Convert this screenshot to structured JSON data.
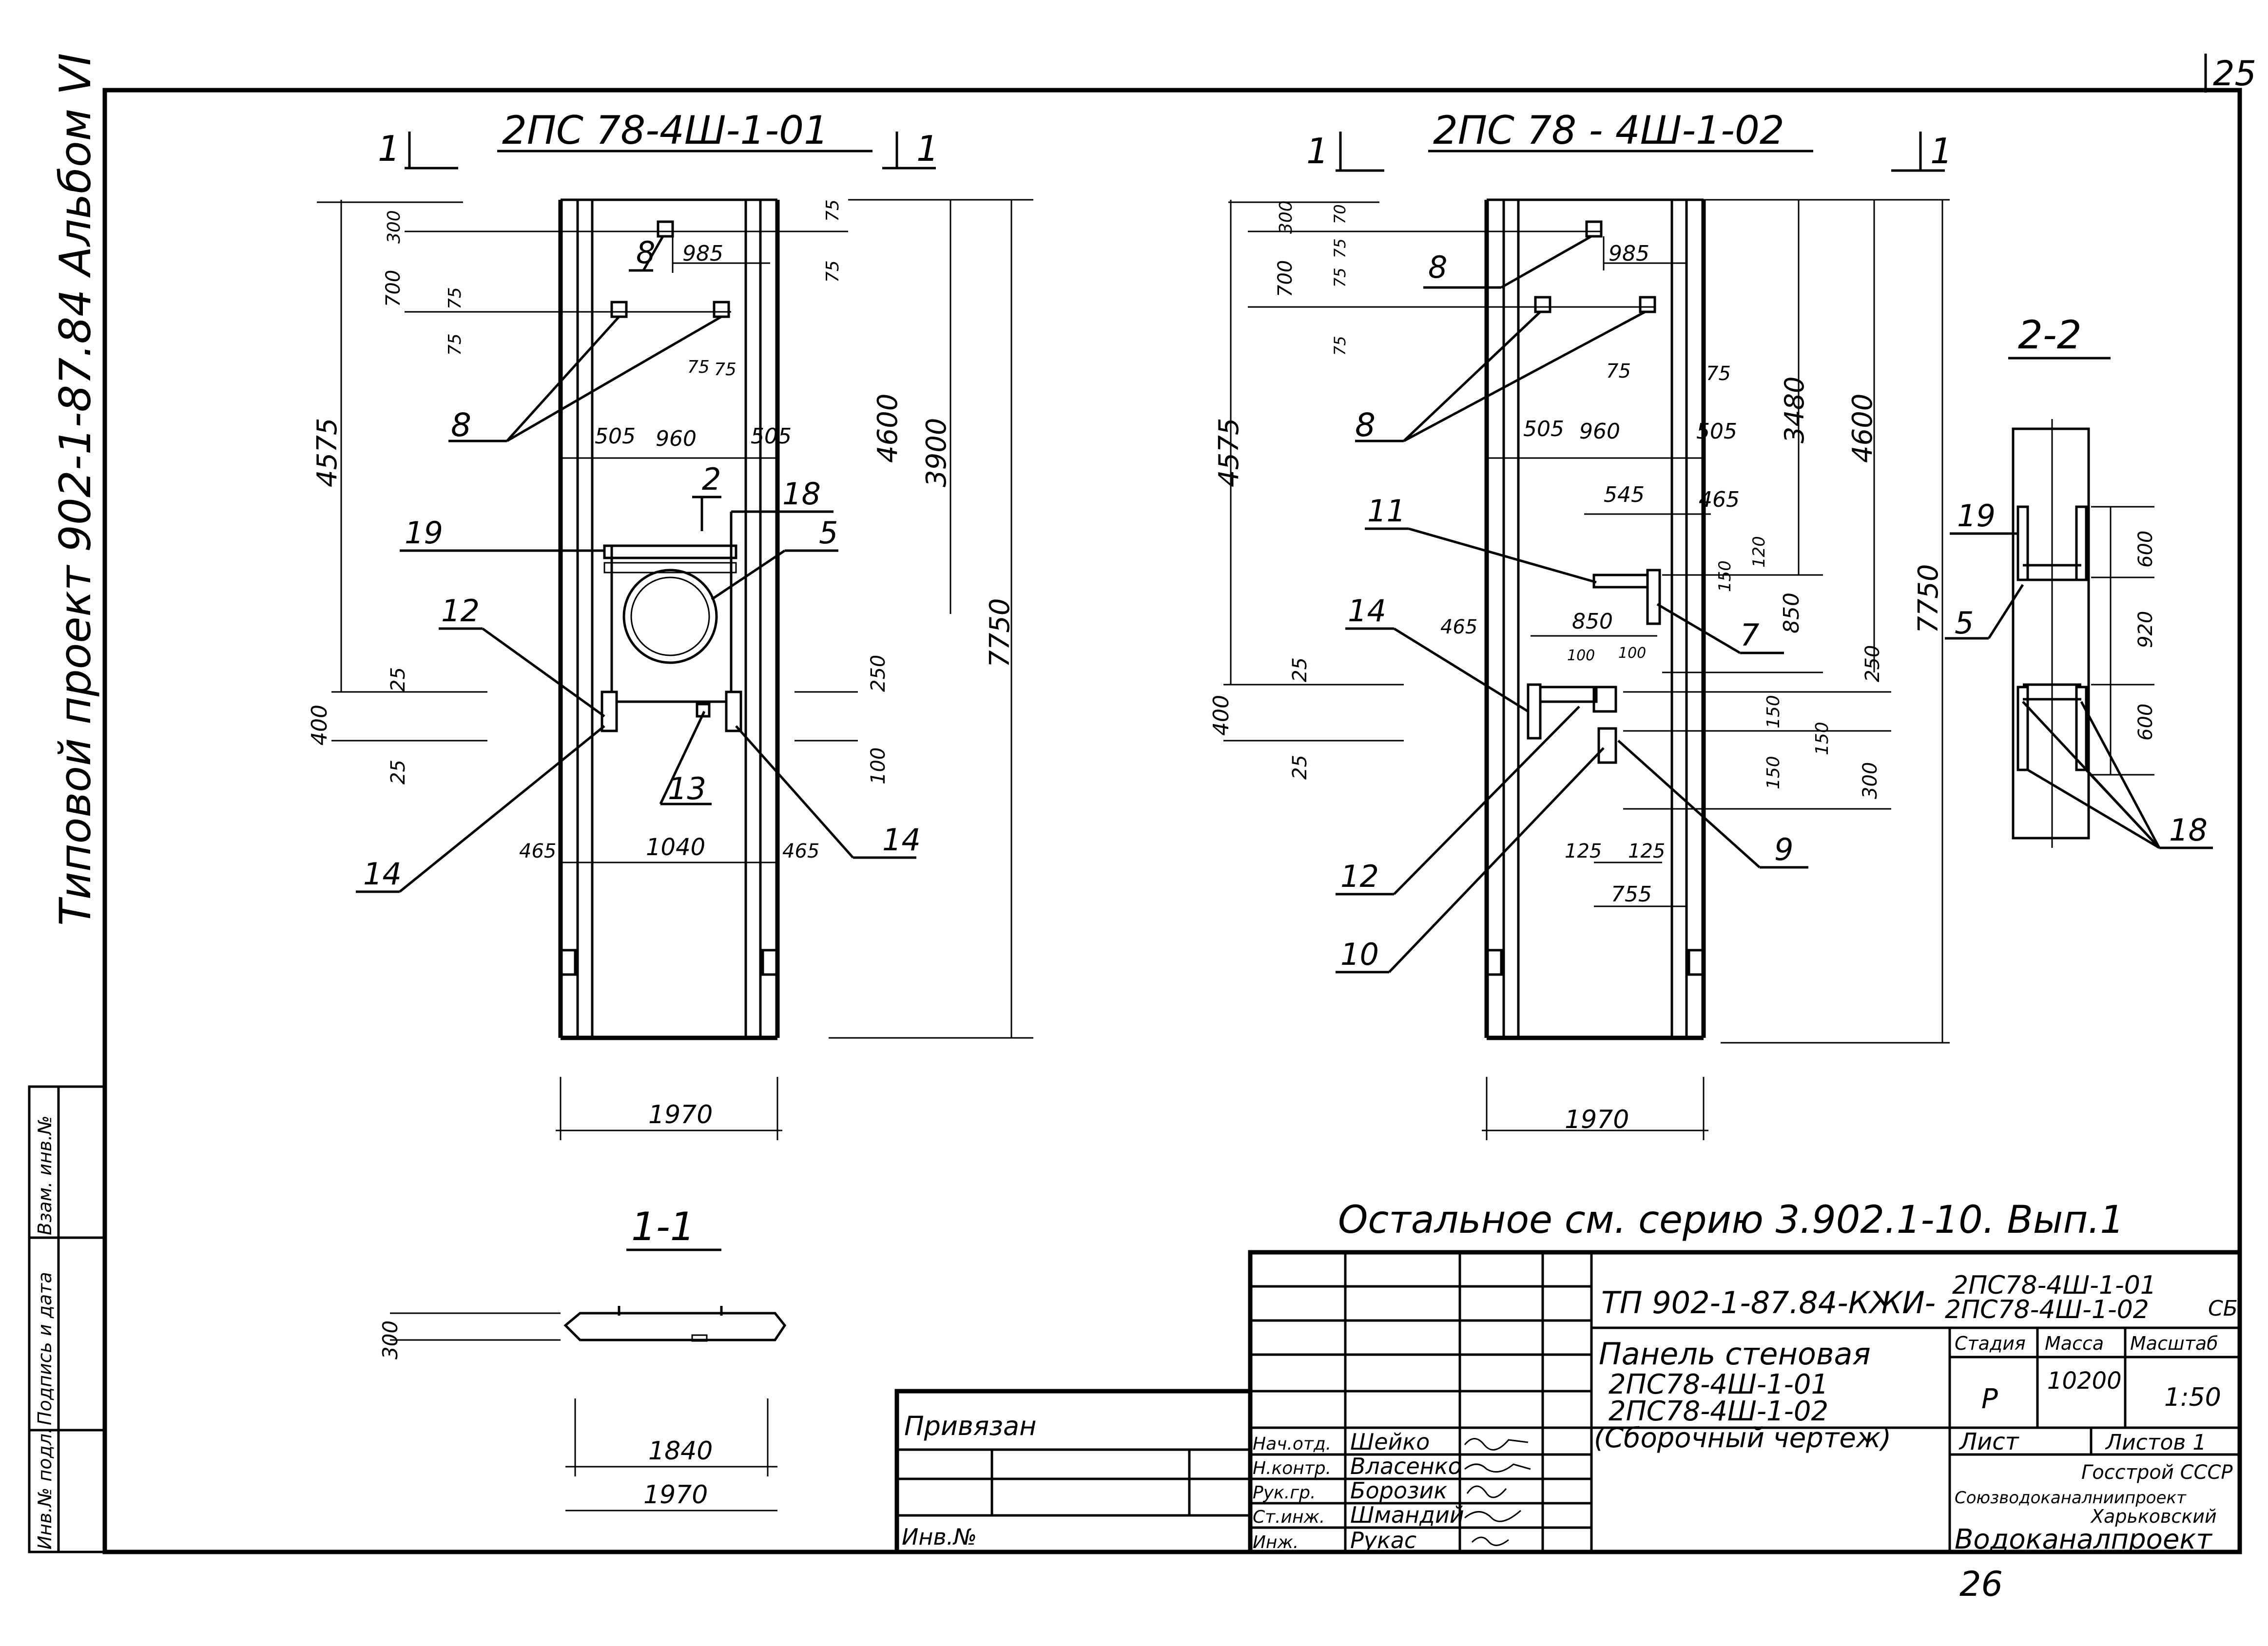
{
  "page_number": "25",
  "bottom_number": "26",
  "side_title": "Типовой проект 902-1-87.84 Альбом VI",
  "note": "Остальное см. серию 3.902.1-10. Вып.1",
  "left_stamp": [
    "Инв.№ подл.",
    "Подпись и дата",
    "Взам. инв.№"
  ],
  "drawing1": {
    "title": "2ПС 78-4Ш-1-01",
    "cut_mark": "1",
    "dims": {
      "total_height": "7750",
      "upper_height": "4600",
      "mid_height": "3900",
      "left_height": "4575",
      "d300": "300",
      "d700": "700",
      "d75a": "75",
      "d75b": "75",
      "d75c": "75",
      "d75d": "75",
      "d75e": "75",
      "d75f": "75",
      "d985": "985",
      "d505a": "505",
      "d960": "960",
      "d505b": "505",
      "d400": "400",
      "d25a": "25",
      "d25b": "25",
      "d250": "250",
      "d100": "100",
      "d465a": "465",
      "d1040": "1040",
      "d465b": "465",
      "width": "1970"
    },
    "labels": {
      "l8a": "8",
      "l8b": "8",
      "l2": "2",
      "l18": "18",
      "l19": "19",
      "l5": "5",
      "l12": "12",
      "l13": "13",
      "l14a": "14",
      "l14b": "14"
    }
  },
  "drawing2": {
    "title": "2ПС 78 - 4Ш-1-02",
    "cut_mark": "1",
    "dims": {
      "total_height": "7750",
      "upper_height": "4600",
      "mid_height": "3480",
      "left_height": "4575",
      "d300": "300",
      "d700": "700",
      "d70": "70",
      "d75a": "75",
      "d75b": "75",
      "d75c": "75",
      "d75d": "75",
      "d985": "985",
      "d505a": "505",
      "d960": "960",
      "d505b": "505",
      "d545": "545",
      "d465a": "465",
      "d120": "120",
      "d150a": "150",
      "d850a": "850",
      "d465b": "465",
      "d850b": "850",
      "d100a": "100",
      "d100b": "100",
      "d400": "400",
      "d25a": "25",
      "d25b": "25",
      "d250": "250",
      "d150b": "150",
      "d150c": "150",
      "d150d": "150",
      "d300b": "300",
      "d125a": "125",
      "d125b": "125",
      "d755": "755",
      "width": "1970"
    },
    "labels": {
      "l8a": "8",
      "l8b": "8",
      "l11": "11",
      "l7": "7",
      "l14": "14",
      "l12": "12",
      "l10": "10",
      "l9": "9"
    }
  },
  "section22": {
    "title": "2-2",
    "dims": {
      "d600a": "600",
      "d920": "920",
      "d600b": "600"
    },
    "labels": {
      "l19": "19",
      "l5": "5",
      "l18": "18"
    }
  },
  "section11": {
    "title": "1-1",
    "dims": {
      "d300": "300",
      "d1840": "1840",
      "d1970": "1970"
    }
  },
  "title_block": {
    "privyazan": "Привязан",
    "inv": "Инв.№",
    "code": "ТП 902-1-87.84-КЖИ-",
    "mark1": "2ПС78-4Ш-1-01",
    "mark2": "2ПС78-4Ш-1-02",
    "sb": "СБ",
    "name_lines": [
      "Панель стеновая",
      "2ПС78-4Ш-1-01",
      "2ПС78-4Ш-1-02",
      "(Сборочный чертеж)"
    ],
    "col_stadia": "Стадия",
    "col_massa": "Масса",
    "col_masshtab": "Масштаб",
    "stadia": "Р",
    "massa": "10200",
    "masshtab": "1:50",
    "list": "Лист",
    "listov": "Листов 1",
    "org_lines": [
      "Госстрой СССР",
      "Союзводоканалниипроект",
      "Харьковский",
      "Водоканалпроект"
    ],
    "roles": [
      "Нач.отд.",
      "Н.контр.",
      "Рук.гр.",
      "Ст.инж.",
      "Инж."
    ],
    "names": [
      "Шейко",
      "Власенко",
      "Борозик",
      "Шмандий",
      "Рукас"
    ]
  }
}
